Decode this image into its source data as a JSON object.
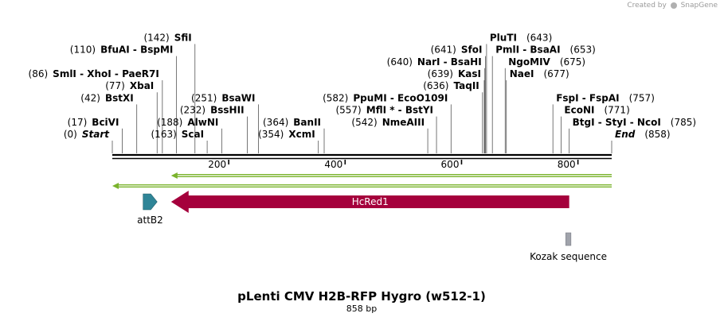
{
  "credit": {
    "prefix": "Created by",
    "brand": "SnapGene"
  },
  "title": "pLenti CMV H2B-RFP Hygro (w512-1)",
  "subtitle": "858 bp",
  "sequence": {
    "length": 858
  },
  "axis": {
    "ticks": [
      {
        "value": 200,
        "label": "200"
      },
      {
        "value": 400,
        "label": "400"
      },
      {
        "value": 600,
        "label": "600"
      },
      {
        "value": 800,
        "label": "800"
      }
    ]
  },
  "sites": [
    {
      "id": "start",
      "pos": 0,
      "pos_label": "(0)",
      "name": "Start",
      "italic": true,
      "row": 0,
      "side": "right",
      "anchor": 10
    },
    {
      "id": "bcivi",
      "pos": 17,
      "pos_label": "(17)",
      "name": "BciVI",
      "row": 1,
      "side": "right",
      "anchor": 23
    },
    {
      "id": "bstxi",
      "pos": 42,
      "pos_label": "(42)",
      "name": "BstXI",
      "row": 3,
      "side": "right",
      "anchor": 42
    },
    {
      "id": "xbai",
      "pos": 77,
      "pos_label": "(77)",
      "name": "XbaI",
      "row": 4,
      "side": "right",
      "anchor": 55
    },
    {
      "id": "smli",
      "pos": 86,
      "pos_label": "(86)",
      "name": "SmlI  - XhoI  - PaeR7I",
      "row": 5,
      "side": "right",
      "anchor": 65
    },
    {
      "id": "bfuai",
      "pos": 110,
      "pos_label": "(110)",
      "name": "BfuAI  - BspMI",
      "row": 7,
      "side": "right",
      "anchor": 109
    },
    {
      "id": "sfii",
      "pos": 142,
      "pos_label": "(142)",
      "name": "SfiI",
      "row": 8,
      "side": "right",
      "anchor": 142
    },
    {
      "id": "scai",
      "pos": 163,
      "pos_label": "(163)",
      "name": "ScaI",
      "row": 0,
      "side": "right",
      "anchor": 148
    },
    {
      "id": "alwni",
      "pos": 188,
      "pos_label": "(188)",
      "name": "AlwNI",
      "row": 1,
      "side": "right",
      "anchor": 173
    },
    {
      "id": "bsshii",
      "pos": 232,
      "pos_label": "(232)",
      "name": "BssHII",
      "row": 2,
      "side": "right",
      "anchor": 222
    },
    {
      "id": "bsawi",
      "pos": 251,
      "pos_label": "(251)",
      "name": "BsaWI",
      "row": 3,
      "side": "right",
      "anchor": 240
    },
    {
      "id": "xcmi",
      "pos": 354,
      "pos_label": "(354)",
      "name": "XcmI",
      "row": 0,
      "side": "right",
      "anchor": 343
    },
    {
      "id": "banii",
      "pos": 364,
      "pos_label": "(364)",
      "name": "BanII",
      "row": 1,
      "side": "right",
      "anchor": 350
    },
    {
      "id": "nmeaiii",
      "pos": 542,
      "pos_label": "(542)",
      "name": "NmeAIII",
      "row": 1,
      "side": "right",
      "anchor": 525
    },
    {
      "id": "mflii",
      "pos": 557,
      "pos_label": "(557)",
      "name": "MflI * - BstYI",
      "row": 2,
      "side": "right",
      "anchor": 530
    },
    {
      "id": "ppumi",
      "pos": 582,
      "pos_label": "(582)",
      "name": "PpuMI  - EcoO109I",
      "row": 3,
      "side": "right",
      "anchor": 545
    },
    {
      "id": "taqii",
      "pos": 636,
      "pos_label": "(636)",
      "name": "TaqII",
      "row": 4,
      "side": "right",
      "anchor": 600
    },
    {
      "id": "kasi",
      "pos": 639,
      "pos_label": "(639)",
      "name": "KasI",
      "row": 5,
      "side": "right",
      "anchor": 605
    },
    {
      "id": "nari",
      "pos": 640,
      "pos_label": "(640)",
      "name": "NarI  - BsaHI",
      "row": 6,
      "side": "right",
      "anchor": 610
    },
    {
      "id": "sfoi",
      "pos": 641,
      "pos_label": "(641)",
      "name": "SfoI",
      "row": 7,
      "side": "right",
      "anchor": 615
    },
    {
      "id": "pluti",
      "pos": 643,
      "pos_label": "(643)",
      "name": "PluTI",
      "row": 8,
      "side": "left",
      "anchor": 614
    },
    {
      "id": "pmli",
      "pos": 653,
      "pos_label": "(653)",
      "name": "PmlI  - BsaAI",
      "row": 7,
      "side": "left",
      "anchor": 621
    },
    {
      "id": "ngomiv",
      "pos": 675,
      "pos_label": "(675)",
      "name": "NgoMIV",
      "row": 6,
      "side": "left",
      "anchor": 632
    },
    {
      "id": "naei",
      "pos": 677,
      "pos_label": "(677)",
      "name": "NaeI",
      "row": 5,
      "side": "left",
      "anchor": 639
    },
    {
      "id": "fspi",
      "pos": 757,
      "pos_label": "(757)",
      "name": "FspI  - FspAI",
      "row": 3,
      "side": "left",
      "anchor": 694
    },
    {
      "id": "econi",
      "pos": 771,
      "pos_label": "(771)",
      "name": "EcoNI",
      "row": 2,
      "side": "left",
      "anchor": 702
    },
    {
      "id": "btgi",
      "pos": 785,
      "pos_label": "(785)",
      "name": "BtgI  - StyI  - NcoI",
      "row": 1,
      "side": "left",
      "anchor": 713
    },
    {
      "id": "end",
      "pos": 858,
      "pos_label": "(858)",
      "name": "End",
      "italic": true,
      "row": 0,
      "side": "left",
      "anchor": 767
    }
  ],
  "features": [
    {
      "id": "attb2",
      "name": "attB2",
      "start": 53,
      "end": 77,
      "direction": "forward",
      "color": "#2f8597",
      "label_below": true
    },
    {
      "id": "hcred1",
      "name": "HcRed1",
      "start": 101,
      "end": 785,
      "direction": "reverse",
      "color": "#a5003c",
      "label_inside": true
    },
    {
      "id": "kozak",
      "name": "Kozak sequence",
      "start": 779,
      "end": 788,
      "direction": "none",
      "color": "#a0a3ab",
      "label_below": true
    }
  ],
  "orfs": [
    {
      "id": "orf1",
      "start": 101,
      "end": 858,
      "direction": "reverse",
      "color": "#7ab32c"
    },
    {
      "id": "orf2",
      "start": 0,
      "end": 858,
      "direction": "reverse",
      "color": "#7ab32c"
    }
  ]
}
